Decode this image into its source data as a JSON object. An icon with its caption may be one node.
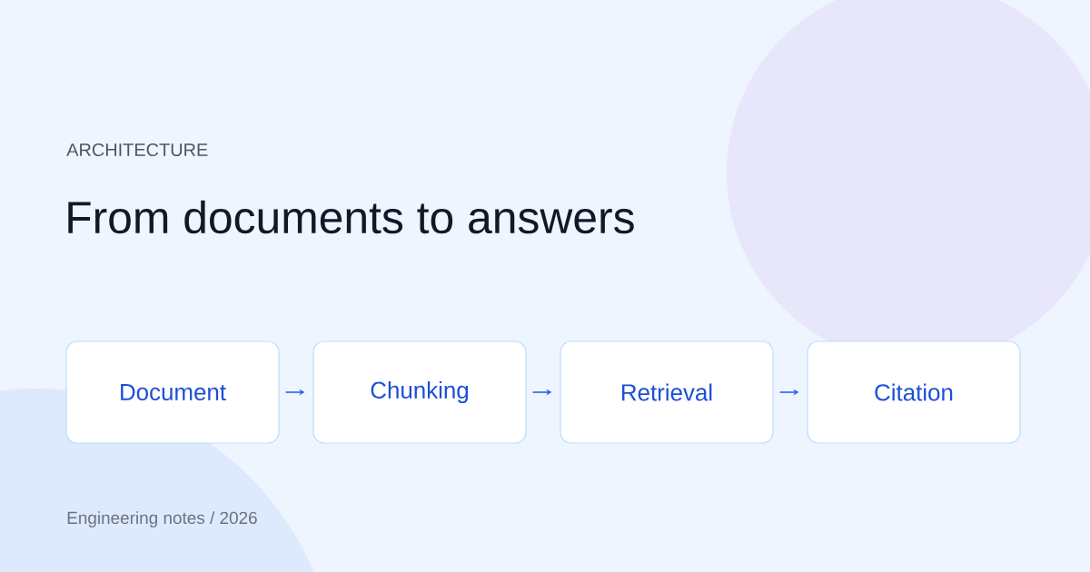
{
  "diagram": {
    "title": "From documents to answers",
    "nodes": [
      {
        "text": [
          "Document"
        ]
      },
      {
        "text": [
          "Chunking"
        ]
      },
      {
        "text": [
          "Retrieval"
        ]
      },
      {
        "text": [
          "Citation"
        ]
      }
    ],
    "edges": [
      {
        "from": 0,
        "to": 1,
        "arrow": "to"
      },
      {
        "from": 1,
        "to": 2,
        "arrow": "to"
      },
      {
        "from": 2,
        "to": 3,
        "arrow": "to"
      }
    ],
    "labels": [
      "ARCHITECTURE",
      "Engineering notes / 2026"
    ]
  }
}
